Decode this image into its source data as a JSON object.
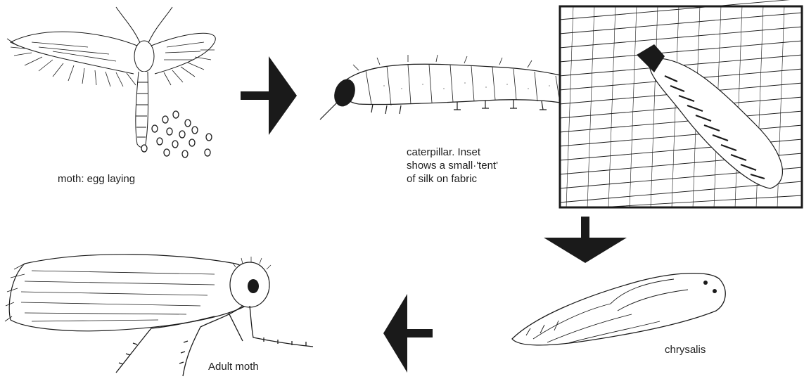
{
  "stages": [
    {
      "id": "egg_laying",
      "label": "moth: egg laying"
    },
    {
      "id": "caterpillar",
      "label": "caterpillar. Inset\nshows a small·'tent'\nof silk on fabric"
    },
    {
      "id": "chrysalis",
      "label": "chrysalis"
    },
    {
      "id": "adult",
      "label": "Adult moth"
    }
  ],
  "arrows": [
    {
      "id": "arrow_1",
      "direction": "right"
    },
    {
      "id": "arrow_2",
      "direction": "down"
    },
    {
      "id": "arrow_3",
      "direction": "left"
    }
  ],
  "ink_color": "#1a1a1a"
}
